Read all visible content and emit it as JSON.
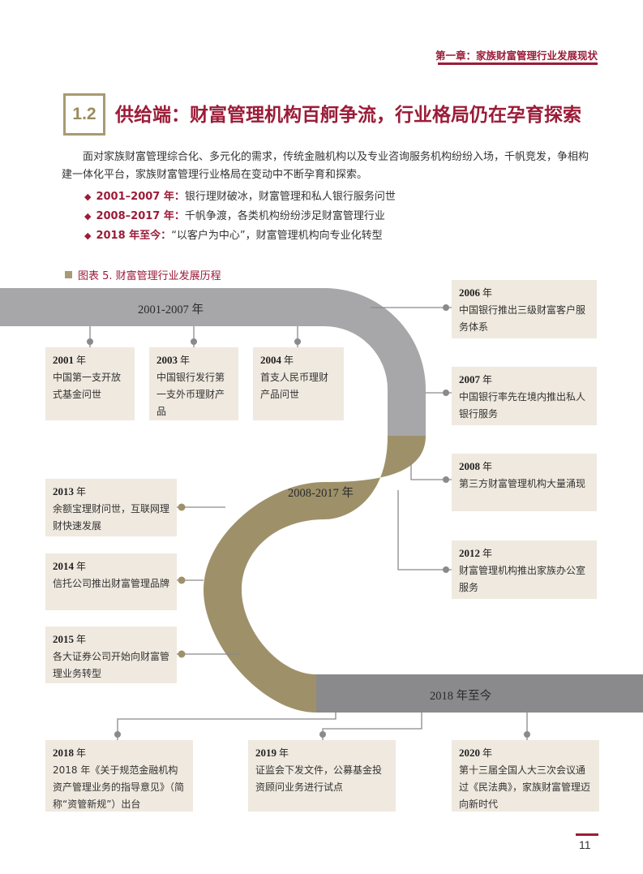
{
  "header": {
    "chapter": "第一章：家族财富管理行业发展现状"
  },
  "section": {
    "number": "1.2",
    "title": "供给端：财富管理机构百舸争流，行业格局仍在孕育探索"
  },
  "intro": "面对家族财富管理综合化、多元化的需求，传统金融机构以及专业咨询服务机构纷纷入场，千帆竞发，争相构建一体化平台，家族财富管理行业格局在变动中不断孕育和探索。",
  "bullets": [
    {
      "period": "2001–2007 年：",
      "text": "银行理财破冰，财富管理和私人银行服务问世"
    },
    {
      "period": "2008–2017 年：",
      "text": "千帆争渡，各类机构纷纷涉足财富管理行业"
    },
    {
      "period": "2018 年至今：",
      "text": "“以客户为中心”，财富管理机构向专业化转型"
    }
  ],
  "figure": {
    "title": "图表 5. 财富管理行业发展历程",
    "colors": {
      "gray": "#a7a7a9",
      "gold": "#9e916a",
      "dark": "#8a8a8c",
      "box": "#efe9df"
    },
    "bands": [
      "2001-2007 年",
      "2008-2017 年",
      "2018 年至今"
    ],
    "events": [
      {
        "year": "2001",
        "unit": "年",
        "text": "中国第一支开放式基金问世"
      },
      {
        "year": "2003",
        "unit": "年",
        "text": "中国银行发行第一支外币理财产品"
      },
      {
        "year": "2004",
        "unit": "年",
        "text": "首支人民币理财产品问世"
      },
      {
        "year": "2006",
        "unit": "年",
        "text": "中国银行推出三级财富客户服务体系"
      },
      {
        "year": "2007",
        "unit": "年",
        "text": "中国银行率先在境内推出私人银行服务"
      },
      {
        "year": "2008",
        "unit": "年",
        "text": "第三方财富管理机构大量涌现"
      },
      {
        "year": "2012",
        "unit": "年",
        "text": "财富管理机构推出家族办公室服务"
      },
      {
        "year": "2013",
        "unit": "年",
        "text": "余额宝理财问世，互联网理财快速发展"
      },
      {
        "year": "2014",
        "unit": "年",
        "text": "信托公司推出财富管理品牌"
      },
      {
        "year": "2015",
        "unit": "年",
        "text": "各大证券公司开始向财富管理业务转型"
      },
      {
        "year": "2018",
        "unit": "年",
        "text": "2018 年《关于规范金融机构资产管理业务的指导意见》（简称“资管新规”）出台"
      },
      {
        "year": "2019",
        "unit": "年",
        "text": "证监会下发文件，公募基金投资顾问业务进行试点"
      },
      {
        "year": "2020",
        "unit": "年",
        "text": "第十三届全国人大三次会议通过《民法典》，家族财富管理迈向新时代"
      }
    ]
  },
  "page": {
    "number": "11"
  }
}
